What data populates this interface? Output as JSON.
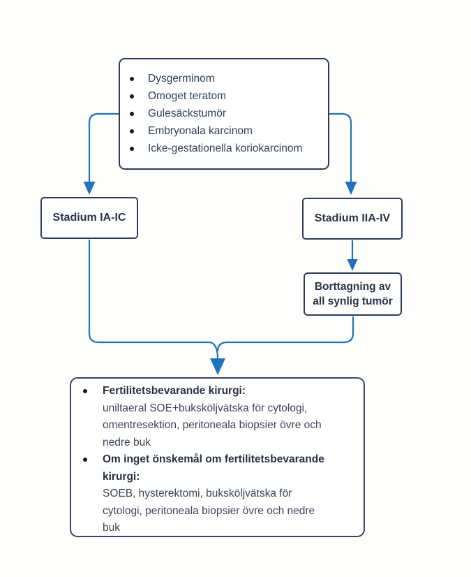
{
  "top_box": {
    "items": [
      "Dysgerminom",
      "Omoget teratom",
      "Gulesäckstumör",
      "Embryonala karcinom",
      "Icke-gestationella koriokarcinom"
    ]
  },
  "left_stage_box": {
    "label": "Stadium IA-IC"
  },
  "right_stage_box": {
    "label": "Stadium IIA-IV"
  },
  "debulking_box": {
    "label_lines": [
      "Borttagning av",
      "all synlig tumör"
    ]
  },
  "surgery_box": {
    "options": [
      {
        "title_lines": [
          "Fertilitetsbevarande kirurgi:"
        ],
        "body_lines": [
          "uniltaeral SOE+buksköljvätska för cytologi,",
          "omentresektion, peritoneala biopsier övre och",
          "nedre buk"
        ]
      },
      {
        "title_lines": [
          "Om inget önskemål om fertilitetsbevarande",
          "kirurgi:"
        ],
        "body_lines": [
          "SOEB, hysterektomi, buksköljvätska för",
          "cytologi, peritoneala biopsier övre och nedre",
          "buk"
        ]
      }
    ]
  },
  "colors": {
    "connector_blue": "#2272bb",
    "box_border_navy": "#2e3b60",
    "surgery_box_border": "#3e4466",
    "bullet_black": "#17181c"
  }
}
